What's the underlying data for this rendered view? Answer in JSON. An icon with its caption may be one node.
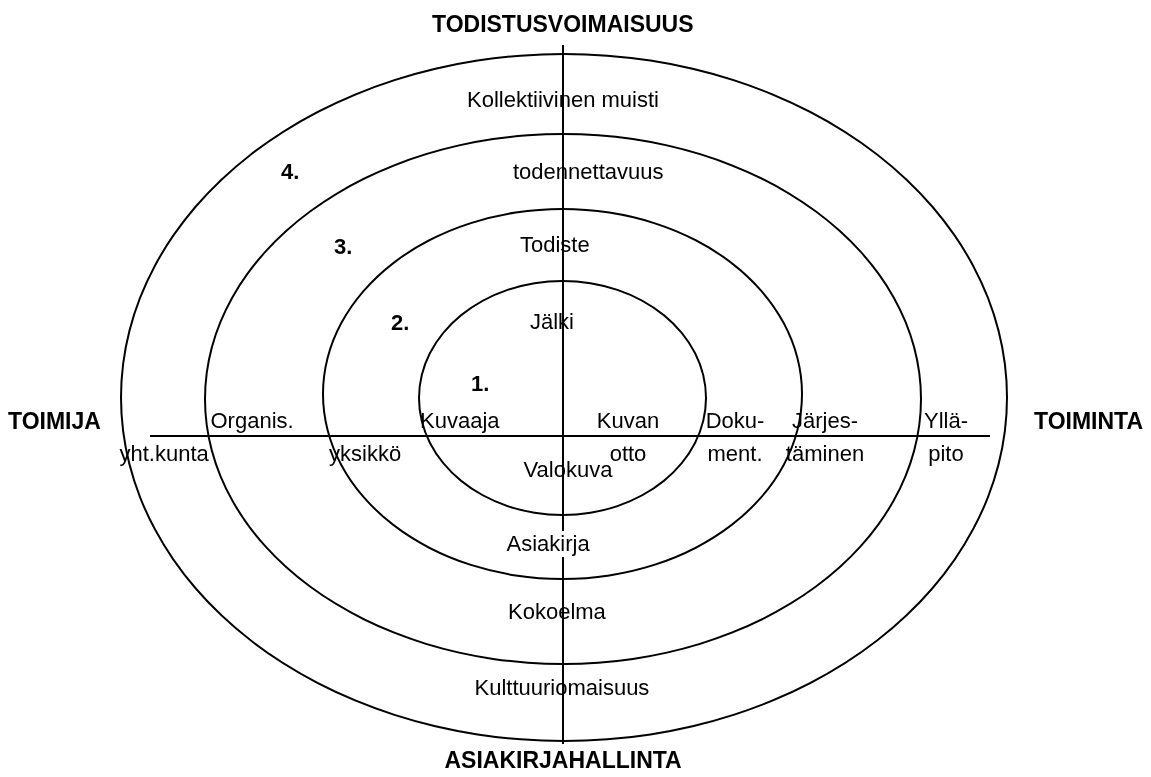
{
  "diagram": {
    "nodes": [
      {
        "text": [
          "Kollektiivinen muisti",
          "yht.kunta",
          "Yllä- pito",
          "Kulttuuriomaisuus"
        ]
      },
      {
        "text": [
          "4.",
          "todennettavuus",
          "Organis.",
          "Järjes- täminen",
          "Kokoelma"
        ],
        "in": 0
      },
      {
        "text": [
          "3.",
          "Todiste",
          "2.",
          "yksikkö",
          "Doku- ment.",
          "Asiakirja"
        ],
        "in": 1
      },
      {
        "text": [
          "Jälki",
          "1.",
          "Kuvaaja",
          "Kuvan otto",
          "Valokuva"
        ],
        "in": 2
      }
    ],
    "edges": [],
    "labels": [
      "TODISTUSVOIMAISUUS",
      "TOIMIJA",
      "TOIMINTA",
      "ASIAKIRJAHALLINTA"
    ]
  }
}
